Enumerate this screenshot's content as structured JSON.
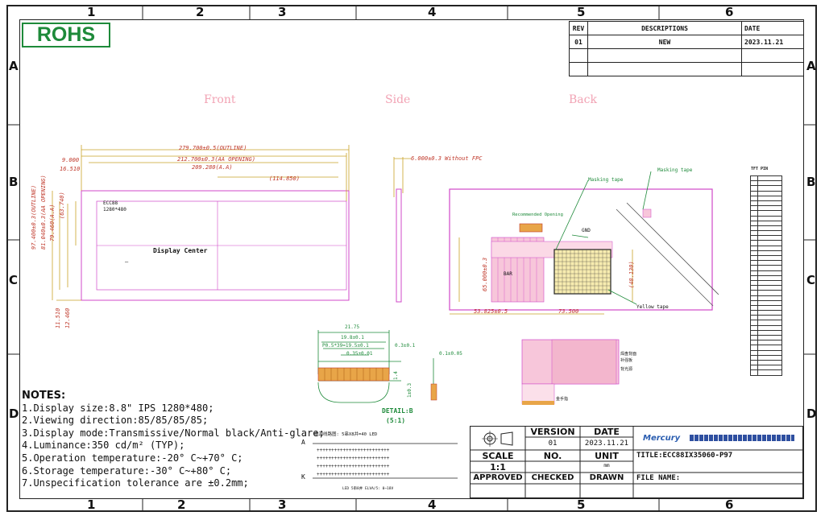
{
  "zones": {
    "columns": [
      "1",
      "2",
      "3",
      "4",
      "5",
      "6"
    ],
    "rows": [
      "A",
      "B",
      "C",
      "D"
    ]
  },
  "rohs": "ROHS",
  "revision_table": {
    "headers": [
      "REV",
      "DESCRIPTIONS",
      "DATE"
    ],
    "rows": [
      [
        "01",
        "NEW",
        "2023.11.21"
      ]
    ]
  },
  "views": {
    "front": "Front",
    "side": "Side",
    "back": "Back"
  },
  "front": {
    "dim_top": [
      "279.700±0.5(OUTLINE)",
      "212.700±0.3(AA OPENING)",
      "209.280(A.A)",
      "(114.850)"
    ],
    "dim_left": [
      "9.000",
      "16.510"
    ],
    "dim_vertical": [
      "97.400±0.3(OUTLINE)",
      "81.040±0.3(AA OPENING)",
      "79.460(A.A)",
      "(63.740)"
    ],
    "dim_bottom_left": [
      "11.510",
      "12.460"
    ],
    "model_label": "ECC88",
    "resolution_label": "1280*480",
    "center_label": "Display Center"
  },
  "side": {
    "thickness": "6.000±0.3 Without FPC"
  },
  "back": {
    "labels": [
      "Masking tape",
      "Masking tape",
      "Recommended Opening",
      "GND",
      "BAR",
      "Yellow tape"
    ],
    "dims": [
      "65.000±0.3",
      "(48.130)",
      "53.825±0.5",
      "73.500"
    ],
    "flex_cn": [
      "焊盘背面",
      "补强板",
      "背光源",
      "金手指"
    ]
  },
  "detail": {
    "dims": [
      "21.75",
      "19.8±0.1",
      "P0.5*39=19.5±0.1",
      "0.35±0.01",
      "0.3±0.1",
      "0.1±0.05",
      "1.4",
      "1±0.3"
    ],
    "label": "DETAIL:B",
    "scale": "(5:1)"
  },
  "led": {
    "title": "电源线路图: 5串X8并=40 LED",
    "note": "LED 5串8并 ELVA/5: 0~18V",
    "anode": "A",
    "cathode": "K"
  },
  "pin_table": {
    "title": "TFT PIN",
    "count": 40
  },
  "notes": {
    "heading": "NOTES:",
    "items": [
      "1.Display size:8.8\" IPS 1280*480;",
      "2.Viewing direction:85/85/85/85;",
      "3.Display mode:Transmissive/Normal black/Anti-glare;",
      "4.Luminance:350 cd/m² (TYP);",
      "5.Operation temperature:-20° C~+70° C;",
      "6.Storage temperature:-30° C~+80° C;",
      "7.Unspecification tolerance are ±0.2mm;"
    ]
  },
  "title_block": {
    "version_label": "VERSION",
    "version": "01",
    "date_label": "DATE",
    "date": "2023.11.21",
    "company": "Mercury",
    "scale_label": "SCALE",
    "scale": "1:1",
    "no_label": "NO.",
    "unit_label": "UNIT",
    "unit": "mm",
    "approved": "APPROVED",
    "checked": "CHECKED",
    "drawn": "DRAWN",
    "title": "TITLE:ECC88IX35060-P97",
    "file_name": "FILE NAME:"
  }
}
